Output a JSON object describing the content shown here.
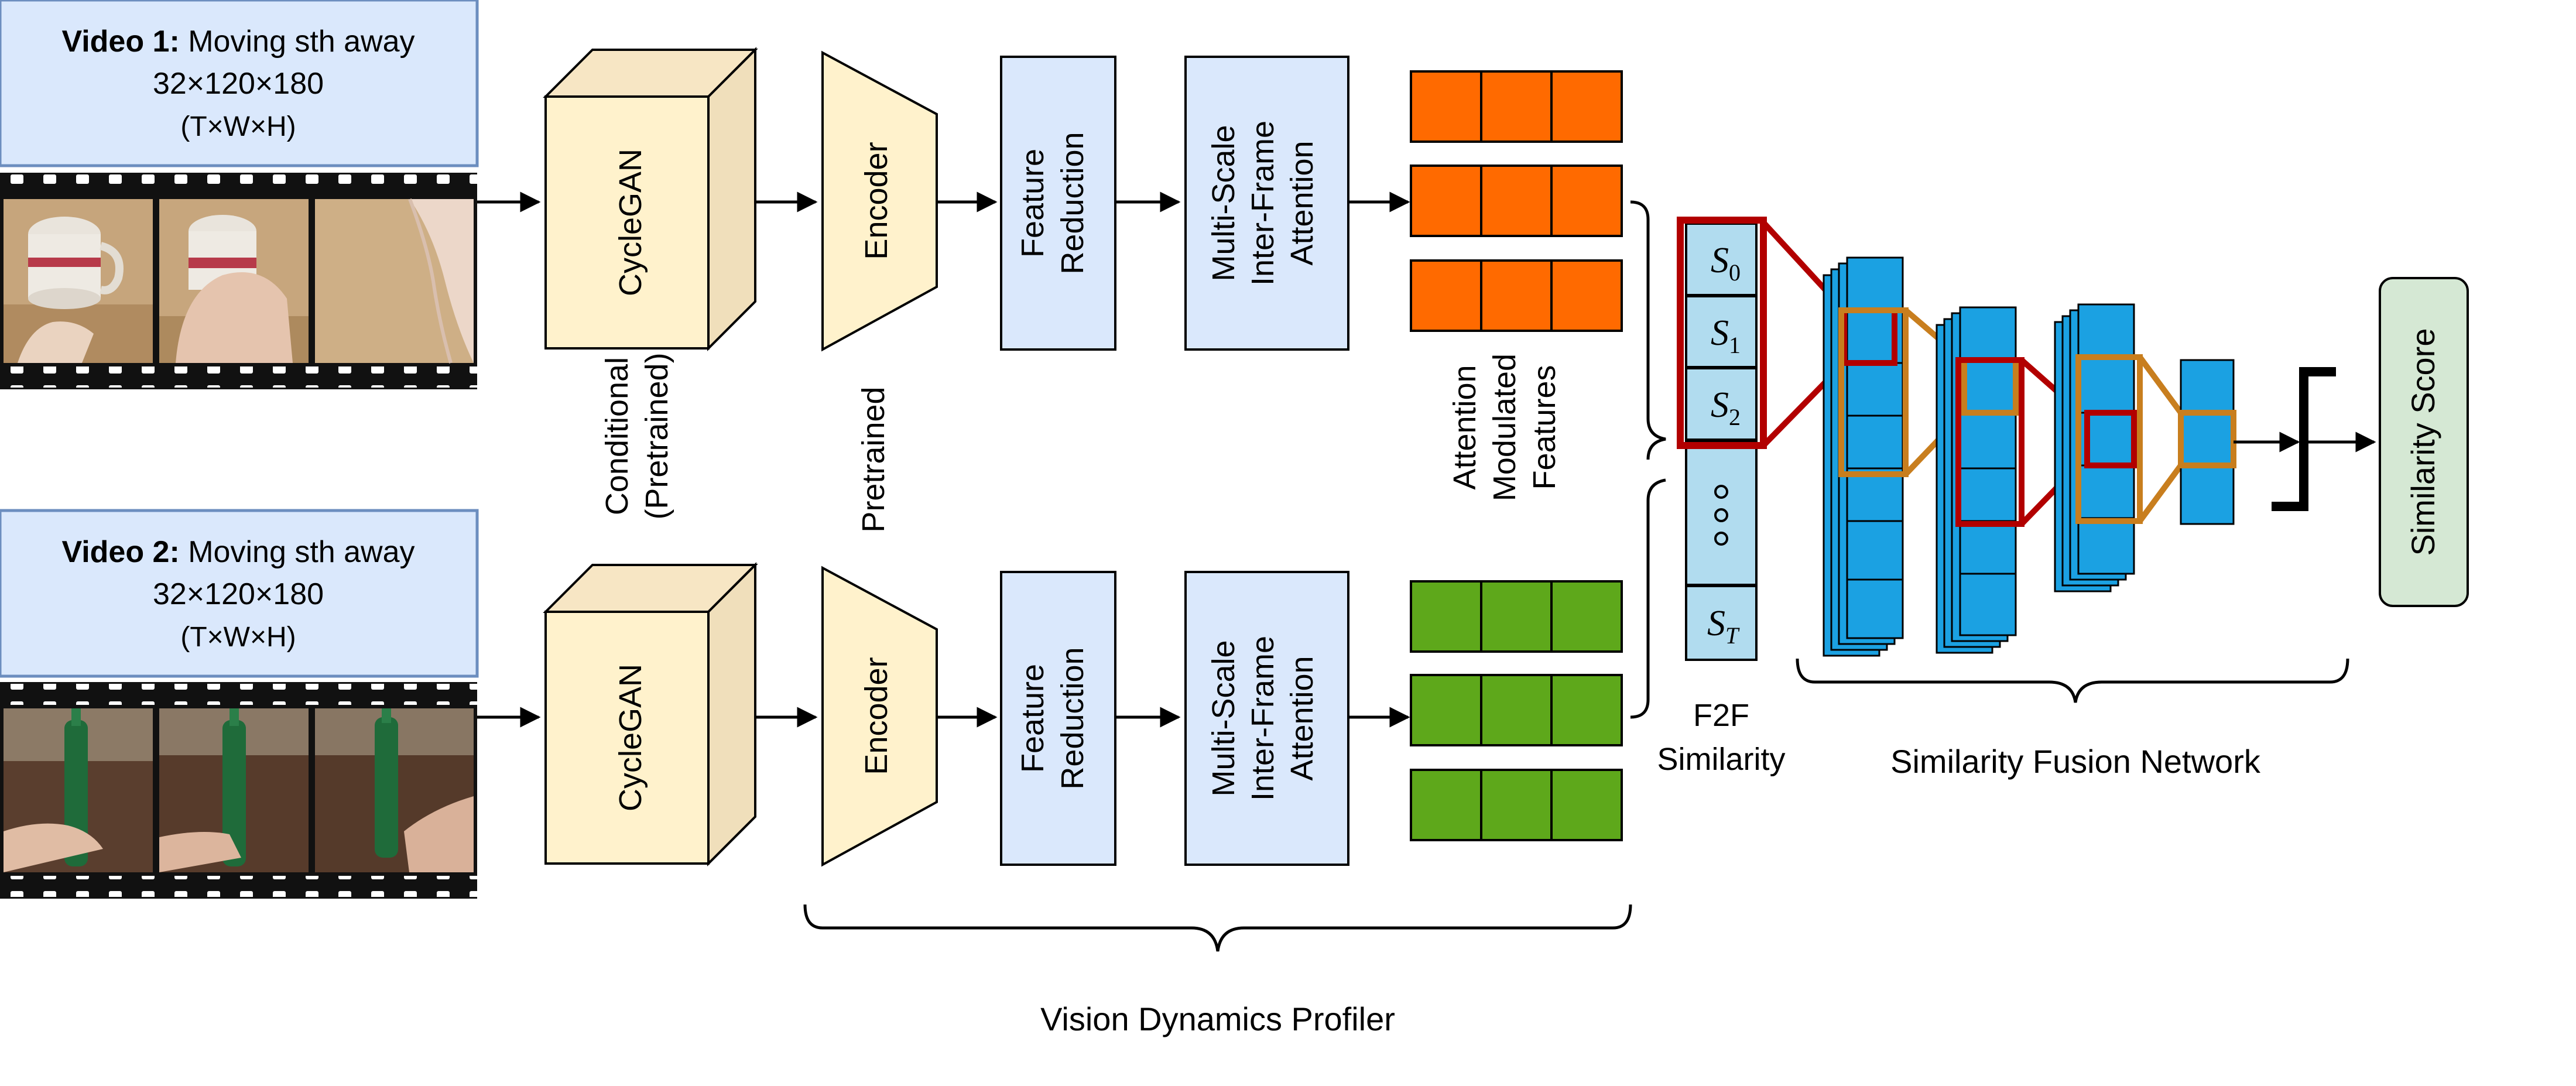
{
  "video1": {
    "title_bold": "Video 1:",
    "title_rest": " Moving sth away",
    "dims": "32×120×180",
    "order": "(T×W×H)"
  },
  "video2": {
    "title_bold": "Video 2:",
    "title_rest": " Moving sth away",
    "dims": "32×120×180",
    "order": "(T×W×H)"
  },
  "stage_labels": {
    "cyclegan": "CycleGAN",
    "encoder": "Encoder",
    "feature_reduction_1": "Feature",
    "feature_reduction_2": "Reduction",
    "attention_1": "Multi-Scale",
    "attention_2": "Inter-Frame",
    "attention_3": "Attention"
  },
  "side_labels": {
    "cyclegan_note_1": "Conditional",
    "cyclegan_note_2": "(Pretrained)",
    "encoder_note": "Pretrained",
    "features_1": "Attention",
    "features_2": "Modulated",
    "features_3": "Features"
  },
  "similarity": {
    "s0": "S",
    "s0_sub": "0",
    "s1": "S",
    "s1_sub": "1",
    "s2": "S",
    "s2_sub": "2",
    "st": "S",
    "st_sub": "T",
    "f2f_1": "F2F",
    "f2f_2": "Similarity"
  },
  "fusion_label": "Similarity Fusion Network",
  "score_label": "Similarity Score",
  "profiler_label": "Vision Dynamics Profiler",
  "colors": {
    "video_box": "#dae8fc",
    "video_border": "#6c8ebf",
    "stage_yellow": "#fff2cc",
    "stage_blue": "#dae8fc",
    "feat_orange": "#ff6a00",
    "feat_green": "#5ea81b",
    "sim_cell": "#b1dcef",
    "fusion_blue": "#1ba1e2",
    "score_green": "#d5e8d4",
    "red": "#b20000",
    "gold": "#c87e1e"
  }
}
